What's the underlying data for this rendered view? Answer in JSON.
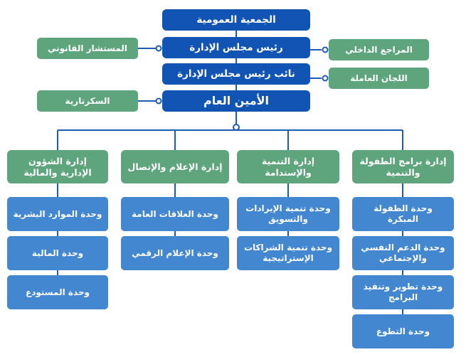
{
  "palette": {
    "chain_blue": "#1154b4",
    "green": "#5ea57e",
    "unit_blue": "#4287cf",
    "line_blue": "#1d5bb4"
  },
  "chain": [
    {
      "label": "الجمعية العمومية"
    },
    {
      "label": "رئيس مجلس الإدارة"
    },
    {
      "label": "نائب رئيس مجلس الإدارة"
    },
    {
      "label": "الأمين العام"
    }
  ],
  "advisors": [
    {
      "label": "المستشار القانوني"
    },
    {
      "label": "السكرتارية"
    },
    {
      "label": "المراجع الداخلي"
    },
    {
      "label": "اللجان العاملة"
    }
  ],
  "departments": [
    {
      "label": "إدارة الشؤون الإدارية والمالية",
      "units": [
        {
          "label": "وحدة الموارد البشرية"
        },
        {
          "label": "وحدة المالية"
        },
        {
          "label": "وحدة المستودع"
        }
      ]
    },
    {
      "label": "إدارة الإعلام والإتصال",
      "units": [
        {
          "label": "وحدة العلاقات العامة"
        },
        {
          "label": "وحدة الإعلام الرقمي"
        }
      ]
    },
    {
      "label": "إدارة التنمية والإستدامة",
      "units": [
        {
          "label": "وحدة تنمية الإيرادات والتسويق"
        },
        {
          "label": "وحدة تنمية الشراكات الإستراتيجية"
        }
      ]
    },
    {
      "label": "إدارة برامج الطفولة والتنمية",
      "units": [
        {
          "label": "وحدة الطفولة المبكرة"
        },
        {
          "label": "وحدة الدعم النفسي والإجتماعي"
        },
        {
          "label": "وحدة تطوير وتنفيذ البرامج"
        },
        {
          "label": "وحدة التطوع"
        }
      ]
    }
  ]
}
